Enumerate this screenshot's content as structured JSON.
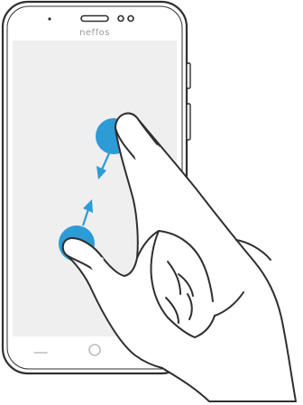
{
  "device": {
    "brand_label": "neffos"
  },
  "gesture": {
    "type": "pinch",
    "fingers": 2,
    "direction": "together"
  },
  "colors": {
    "touch_point": "#2d9bd6",
    "arrow": "#2d9bd6",
    "outline": "#2f2f2f",
    "screen": "#efefef",
    "hand_fill": "#ffffff"
  },
  "icons": {
    "home": "home-button-icon",
    "back": "back-button-icon",
    "camera": "front-camera-icon",
    "speaker": "earpiece-speaker-icon"
  }
}
